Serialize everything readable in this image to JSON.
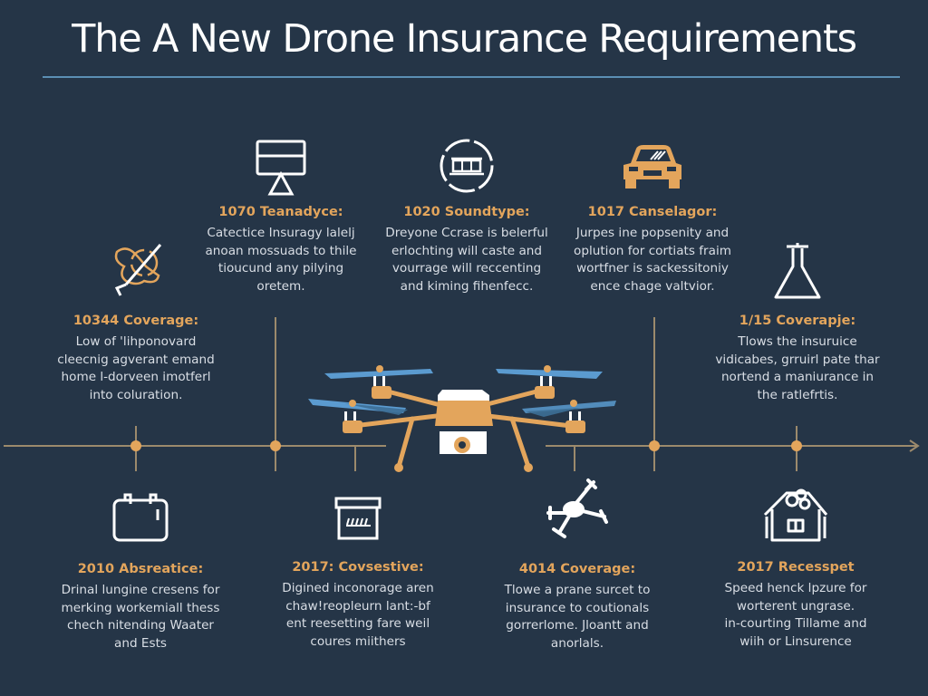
{
  "title": "The A New Drone Insurance Requirements",
  "colors": {
    "background": "#253547",
    "accent_orange": "#e3a55c",
    "accent_blue": "#5b8fb4",
    "text": "#d9dee5",
    "timeline_line": "#9c8a6c"
  },
  "top_cards": [
    {
      "icon": "monitor-icon",
      "heading": "1070 Teanadyce:",
      "lines": [
        "Catectice Insuragy lalelj",
        "anoan mossuads to thile",
        "tioucund any pilying",
        "oretem."
      ]
    },
    {
      "icon": "globe-gear-icon",
      "heading": "1020 Soundtype:",
      "lines": [
        "Dreyone Ccrase is belerful",
        "erlochting will caste and",
        "vourrage will reccenting",
        "and kiming fihenfecc."
      ]
    },
    {
      "icon": "car-icon",
      "heading": "1017 Canselagor:",
      "lines": [
        "Jurpes ine popsenity and",
        "oplution for cortiats fraim",
        "wortfner is sackessitoniy",
        "ence chage valtvior."
      ]
    }
  ],
  "middle_cards": [
    {
      "icon": "wrench-cross-icon",
      "heading": "10344 Coverage:",
      "lines": [
        "Low of 'lihponovard",
        "cleecnig agverant emand",
        "home l-dorveen imotferl",
        "into coluration."
      ]
    },
    {
      "icon": "flask-icon",
      "heading": "1/15 Coverapje:",
      "lines": [
        "Tlows the insuruice",
        "vidicabes, grruirl pate thar",
        "nortend a maniurance in",
        "the ratlefrtis."
      ]
    }
  ],
  "bottom_cards": [
    {
      "icon": "briefcase-icon",
      "heading": "2010 Absreatice:",
      "lines": [
        "Drinal lungine cresens for",
        "merking workemiall thess",
        "chech nitending Waater",
        "and Ests"
      ]
    },
    {
      "icon": "box-icon",
      "heading": "2017: Covsestive:",
      "lines": [
        "Digined inconorage aren",
        "chaw!reopleurn lant:-bf",
        "ent reesetting fare weil",
        "coures miithers"
      ]
    },
    {
      "icon": "drone-icon",
      "heading": "4014 Coverage:",
      "lines": [
        "Tlowe a prane surcet to",
        "insurance to coutionals",
        "gorrerlome. Jloantt and",
        "anorlals."
      ]
    },
    {
      "icon": "house-icon",
      "heading": "2017 Recesspet",
      "lines": [
        "Speed henck lpzure for",
        "worterent ungrase.",
        "in-courting Tillame and",
        "wiih or Linsurence"
      ]
    }
  ],
  "center_graphic": "quadcopter-drone-illustration"
}
